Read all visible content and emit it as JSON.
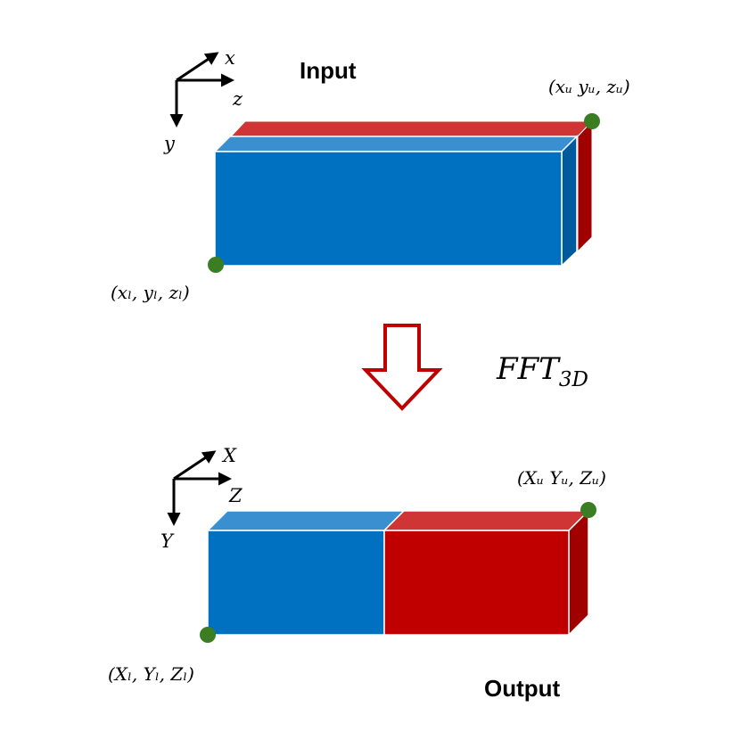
{
  "input_panel": {
    "title": "Input",
    "axes": {
      "x": "x",
      "z": "z",
      "y": "y"
    },
    "upper_corner": "(xᵤ yᵤ, zᵤ)",
    "lower_corner": "(xₗ, yₗ, zₗ)"
  },
  "transform": {
    "label_main": "FFT",
    "label_sub": "3D"
  },
  "output_panel": {
    "title": "Output",
    "axes": {
      "x": "X",
      "z": "Z",
      "y": "Y"
    },
    "upper_corner": "(Xᵤ Yᵤ, Zᵤ)",
    "lower_corner": "(Xₗ, Yₗ, Zₗ)"
  },
  "colors": {
    "blue_front": "#0070C0",
    "blue_top": "#3A8FD0",
    "blue_side": "#005A9E",
    "red_front": "#C00000",
    "red_top": "#D03535",
    "red_side": "#A00000",
    "corner_dot": "#3A7D22",
    "arrow": "#C00000"
  }
}
